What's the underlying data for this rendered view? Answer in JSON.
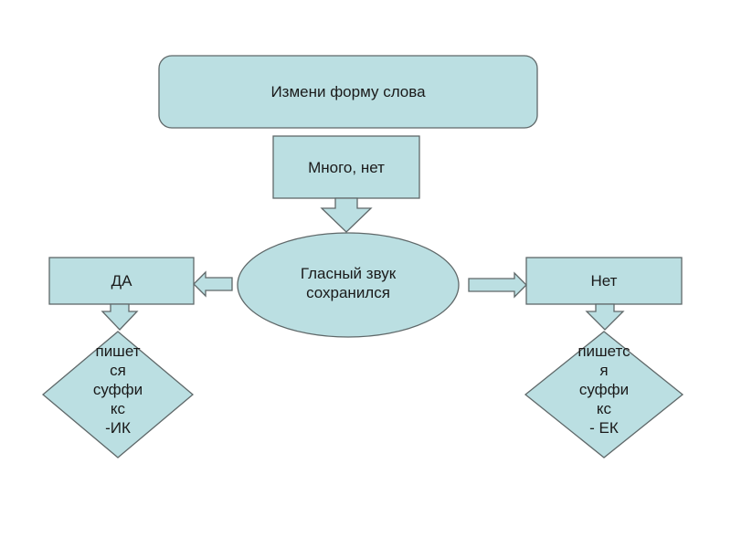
{
  "colors": {
    "shape_fill": "#bbdfe2",
    "shape_stroke": "#5f6869",
    "text": "#1a1a1a",
    "background": "#ffffff"
  },
  "diagram": {
    "top_box": {
      "label": "Измени форму слова"
    },
    "question_box": {
      "label": "Много, нет"
    },
    "condition_ellipse": {
      "line1": "Гласный звук",
      "line2": "сохранился"
    },
    "yes_box": {
      "label": "ДА"
    },
    "no_box": {
      "label": "Нет"
    },
    "yes_result": {
      "lines": [
        "пишет",
        "ся",
        "суффи",
        "кс",
        "-ИК"
      ]
    },
    "no_result": {
      "lines": [
        "пишетс",
        "я",
        "суффи",
        "кс",
        "- ЕК"
      ]
    }
  }
}
